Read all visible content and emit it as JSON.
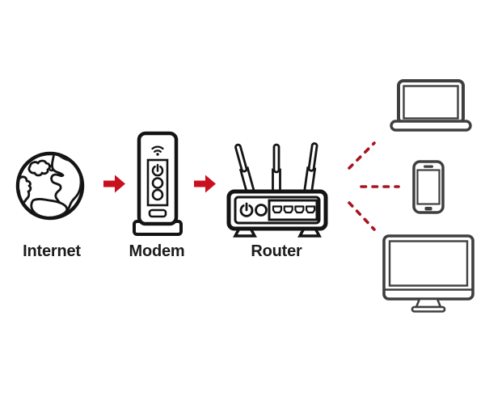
{
  "diagram": {
    "nodes": [
      {
        "id": "internet",
        "label": "Internet",
        "icon": "globe-icon"
      },
      {
        "id": "modem",
        "label": "Modem",
        "icon": "modem-icon"
      },
      {
        "id": "router",
        "label": "Router",
        "icon": "router-icon"
      }
    ],
    "client_devices": [
      {
        "id": "laptop",
        "icon": "laptop-icon"
      },
      {
        "id": "smartphone",
        "icon": "smartphone-icon"
      },
      {
        "id": "desktop",
        "icon": "desktop-monitor-icon"
      }
    ],
    "connections": [
      {
        "from": "internet",
        "to": "modem",
        "type": "solid-arrow"
      },
      {
        "from": "modem",
        "to": "router",
        "type": "solid-arrow"
      },
      {
        "from": "router",
        "to": "laptop",
        "type": "wireless-dashed"
      },
      {
        "from": "router",
        "to": "smartphone",
        "type": "wireless-dashed"
      },
      {
        "from": "router",
        "to": "desktop",
        "type": "wireless-dashed"
      }
    ],
    "colors": {
      "background": "#ffffff",
      "outline_black": "#141414",
      "device_gray": "#3f3f3f",
      "arrow_red": "#c9101f",
      "dash_red": "#a81420",
      "label_text": "#1c1c1c"
    }
  }
}
